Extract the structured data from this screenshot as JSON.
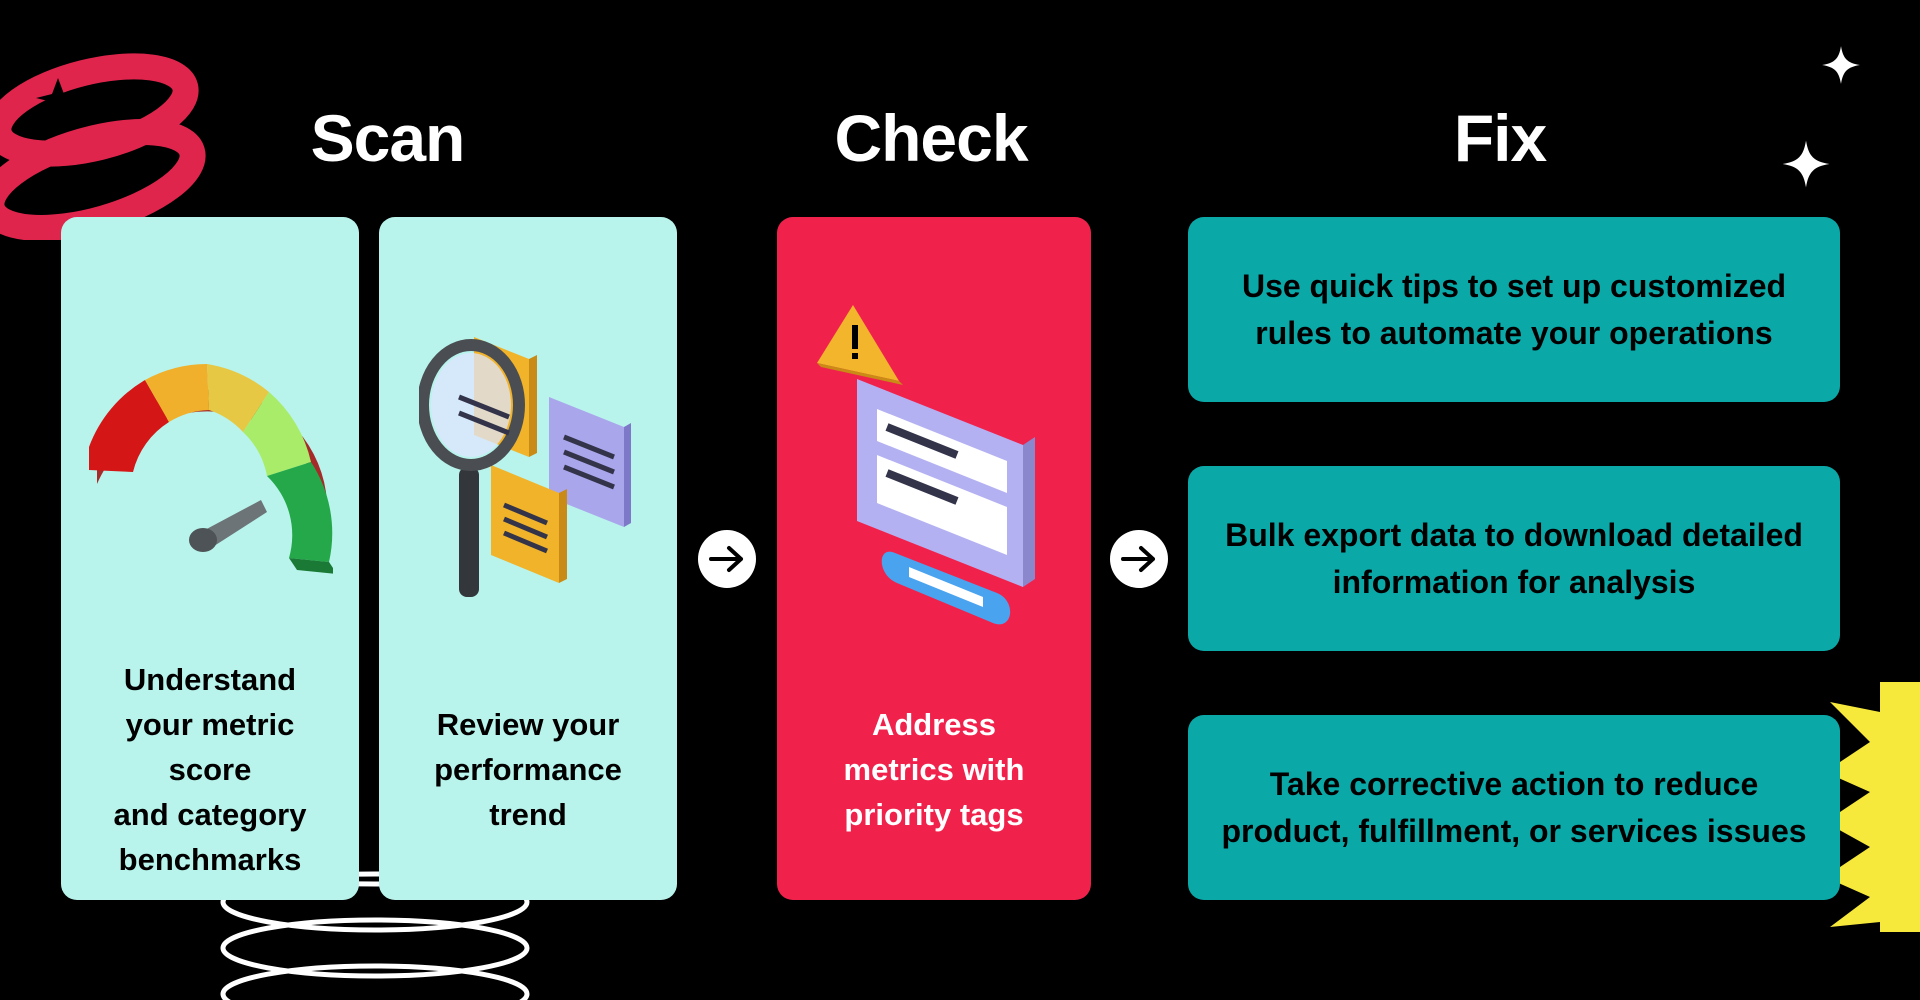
{
  "headings": {
    "scan": "Scan",
    "check": "Check",
    "fix": "Fix"
  },
  "scan_cards": [
    {
      "icon": "gauge-meter-icon",
      "lines": [
        "Understand",
        "your metric",
        "score",
        "and category",
        "benchmarks"
      ]
    },
    {
      "icon": "magnifying-glass-documents-icon",
      "lines": [
        "Review your",
        "performance",
        "trend"
      ]
    }
  ],
  "check_card": {
    "icon": "warning-monitor-icon",
    "lines": [
      "Address",
      "metrics with",
      "priority tags"
    ]
  },
  "fix_cards": [
    {
      "lines": [
        "Use quick tips to set up customized",
        "rules to automate your operations"
      ]
    },
    {
      "lines": [
        "Bulk export data to download detailed",
        "information for analysis"
      ]
    },
    {
      "lines": [
        "Take corrective action to reduce",
        "product, fulfillment, or services issues"
      ]
    }
  ],
  "colors": {
    "background": "#000000",
    "mint": "#b8f4ec",
    "red": "#f0224c",
    "teal": "#0ba8a8",
    "yellow": "#f7e93c",
    "white": "#ffffff"
  },
  "icons": {
    "arrow": "arrow-right-icon",
    "sparkle": "sparkle-icon",
    "ring": "ring-decoration",
    "spring": "spring-coil-decoration",
    "zigzag": "zigzag-decoration"
  }
}
